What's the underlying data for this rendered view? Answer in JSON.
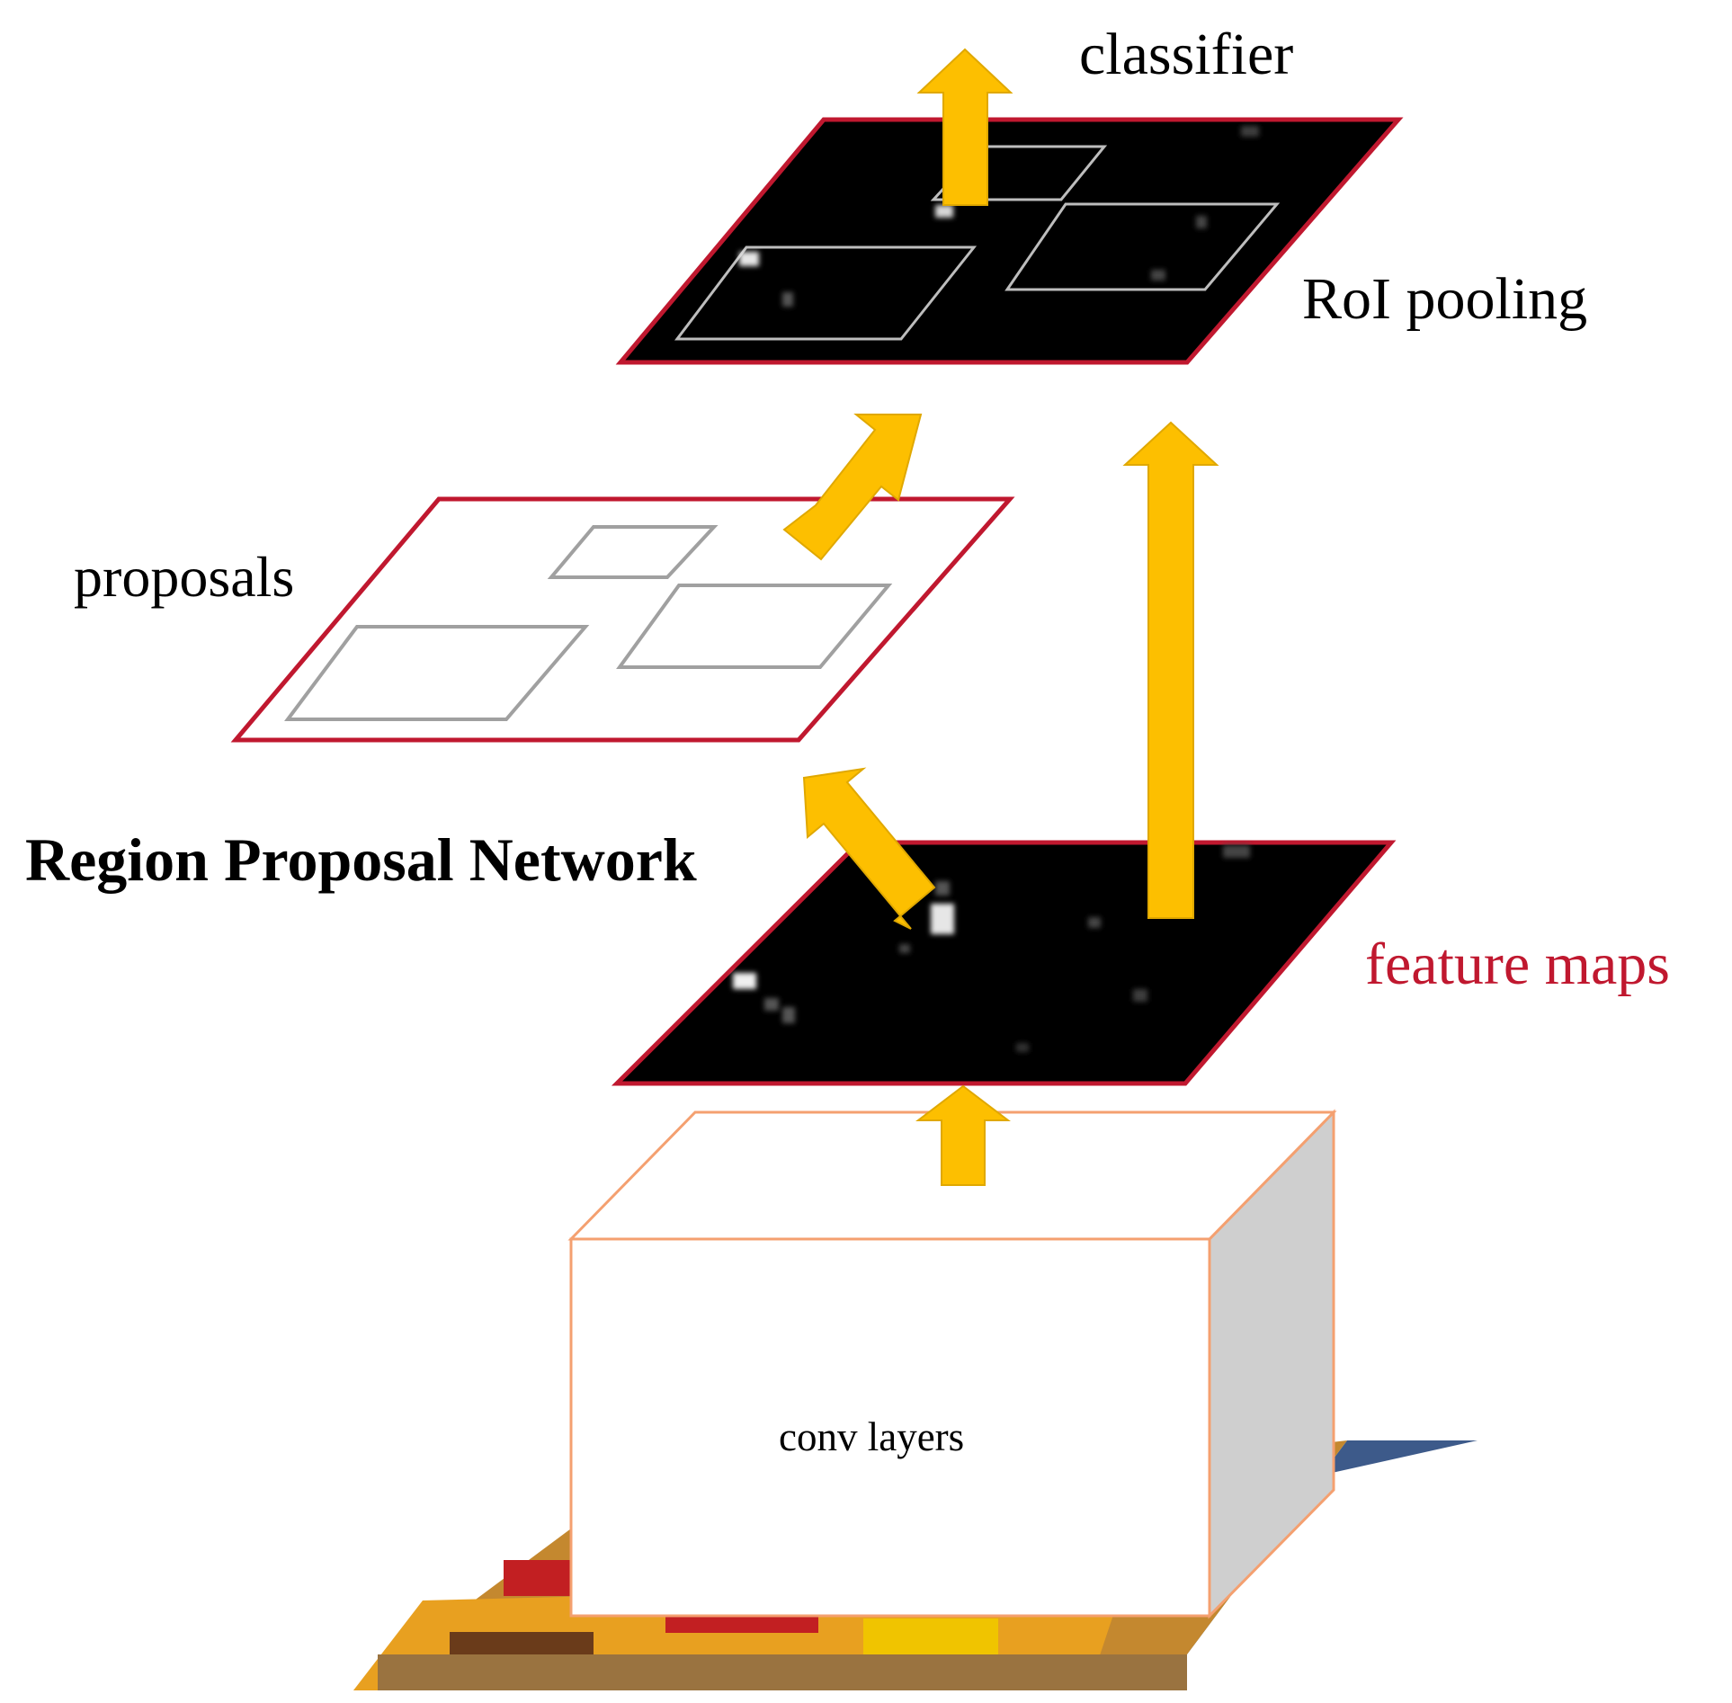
{
  "labels": {
    "classifier": "classifier",
    "roi_pooling": "RoI pooling",
    "proposals": "proposals",
    "region_proposal_network": "Region Proposal Network",
    "feature_maps": "feature maps",
    "conv_layers": "conv layers"
  },
  "colors": {
    "arrow_fill": "#fdbf00",
    "arrow_stroke": "#e0a800",
    "layer_border": "#c0182f",
    "conv_border": "#f4a070",
    "box_outline": "#a0a0a0",
    "feature_label": "#c0182f",
    "conv_side_face": "#cfcfcf"
  },
  "icons": {
    "arrows": "up-arrow-icon",
    "input_image": "input-image-thumbnail"
  }
}
